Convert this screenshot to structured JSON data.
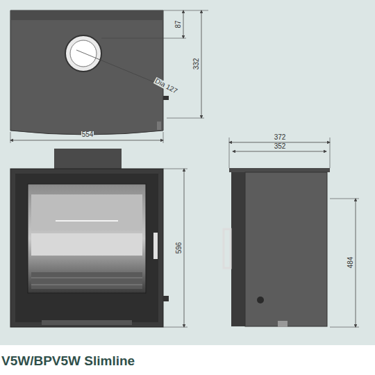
{
  "diagram": {
    "caption": "V5W/BPV5W Slimline",
    "labels": [
      "87",
      "332",
      "Dia 127",
      "554",
      "372",
      "352",
      "596",
      "484"
    ]
  }
}
